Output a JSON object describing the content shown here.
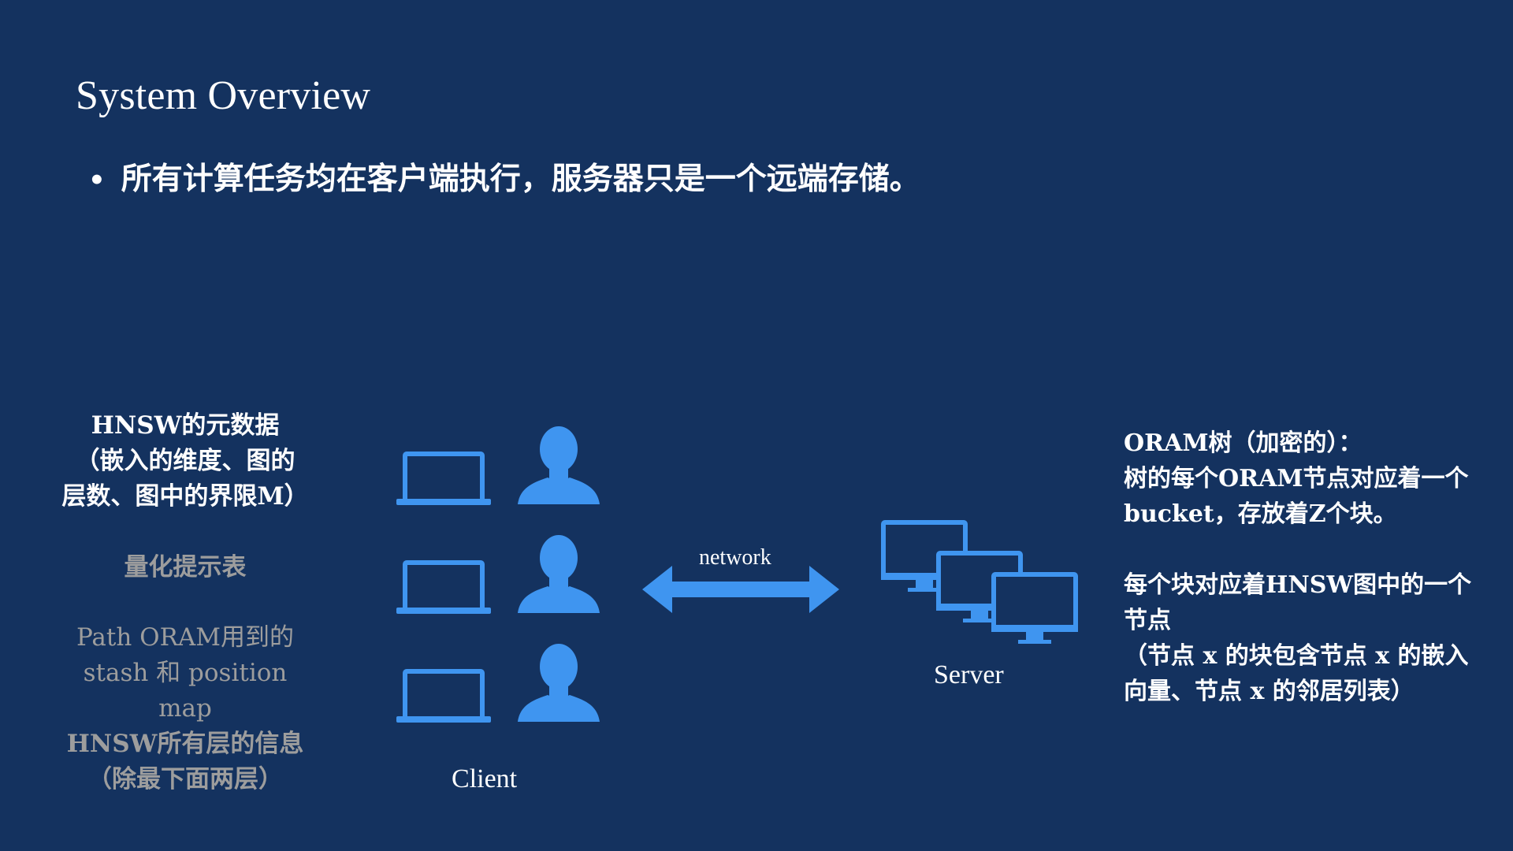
{
  "slide": {
    "title": "System Overview",
    "bullet": "所有计算任务均在客户端执行，服务器只是一个远端存储。"
  },
  "client_storage": [
    {
      "lines": [
        "HNSW的元数据",
        "（嵌入的维度、图的",
        "层数、图中的界限M）"
      ],
      "style": "white"
    },
    {
      "lines": [
        "量化提示表"
      ],
      "style": "gray"
    },
    {
      "lines": [
        "Path ORAM用到的",
        "stash 和 position map"
      ],
      "style": "gray"
    },
    {
      "lines": [
        "HNSW所有层的信息",
        "（除最下面两层）"
      ],
      "style": "gray"
    }
  ],
  "diagram": {
    "client_label": "Client",
    "network_label": "network",
    "server_label": "Server",
    "client_icons": [
      "laptop-icon",
      "user-silhouette-icon"
    ],
    "server_icon": "monitor-stack-icon",
    "arrow_icon": "double-arrow-icon"
  },
  "server_storage": {
    "paragraph1": [
      "ORAM树（加密的）：",
      "树的每个ORAM节点对应着一个",
      "bucket，存放着Z个块。"
    ],
    "paragraph2": [
      "每个块对应着HNSW图中的一个",
      "节点",
      "（节点 x 的块包含节点 x 的嵌入",
      "向量、节点 x 的邻居列表）"
    ]
  },
  "colors": {
    "background": "#14325f",
    "accent_blue": "#3f95f0",
    "gray_text": "#9d9d9d"
  }
}
